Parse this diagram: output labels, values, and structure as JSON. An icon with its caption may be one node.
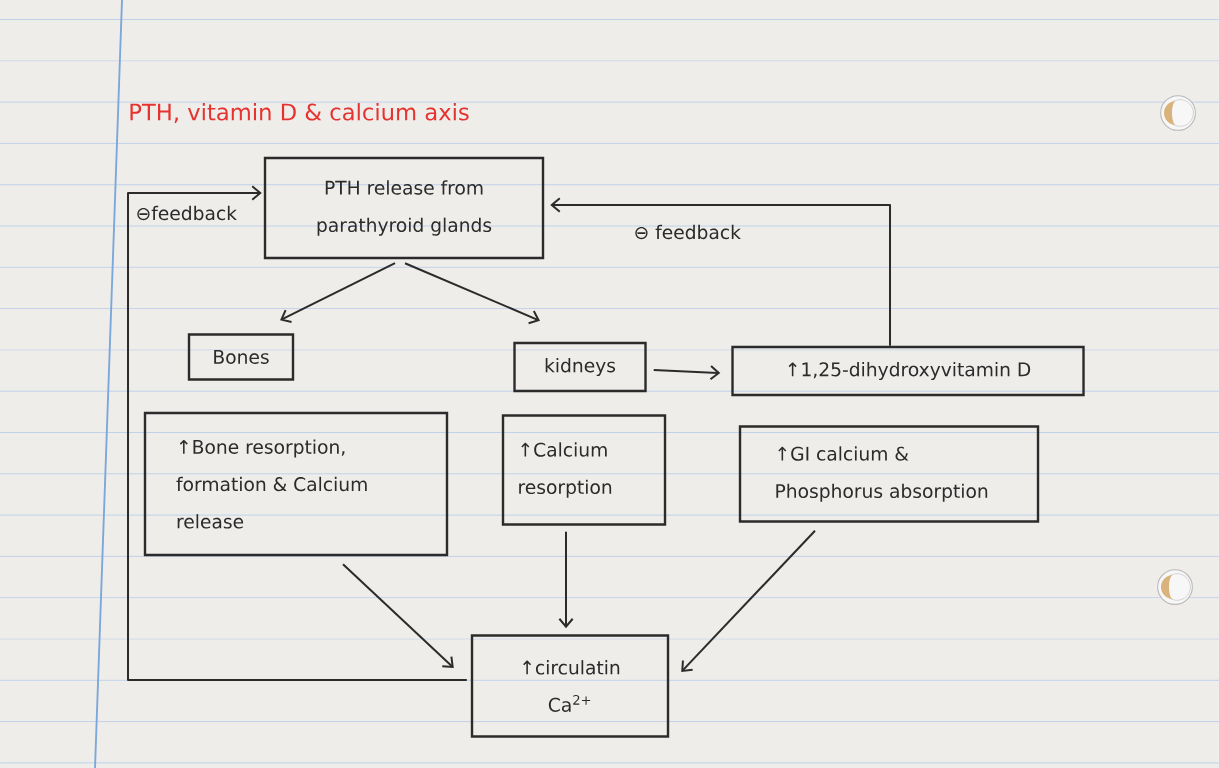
{
  "diagram": {
    "title": "PTH, vitamin D & calcium axis",
    "nodes": [
      {
        "text": [
          "PTH release from parathyroid glands"
        ]
      },
      {
        "text": [
          "Bones"
        ]
      },
      {
        "text": [
          "kidneys"
        ]
      },
      {
        "text": [
          "↑1,25-dihydroxyvitamin D"
        ]
      },
      {
        "text": [
          "↑Bone resorption, formation & Calcium release"
        ]
      },
      {
        "text": [
          "↑Calcium resorption"
        ]
      },
      {
        "text": [
          "↑GI calcium & Phosphorus absorption"
        ]
      },
      {
        "text": [
          "↑circulatin Ca$^{2+}$"
        ]
      }
    ],
    "edges": [
      {
        "from": 0,
        "to": 1,
        "arrow": "to"
      },
      {
        "from": 0,
        "to": 2,
        "arrow": "to"
      },
      {
        "from": 2,
        "to": 3,
        "arrow": "to"
      },
      {
        "from": 3,
        "to": 0,
        "arrow": "to",
        "label": "⊖ feedback"
      },
      {
        "from": 7,
        "to": 0,
        "arrow": "to",
        "label": "⊖feedback"
      },
      {
        "from": 4,
        "to": 7,
        "arrow": "to"
      },
      {
        "from": 5,
        "to": 7,
        "arrow": "to"
      },
      {
        "from": 6,
        "to": 7,
        "arrow": "to"
      }
    ]
  }
}
